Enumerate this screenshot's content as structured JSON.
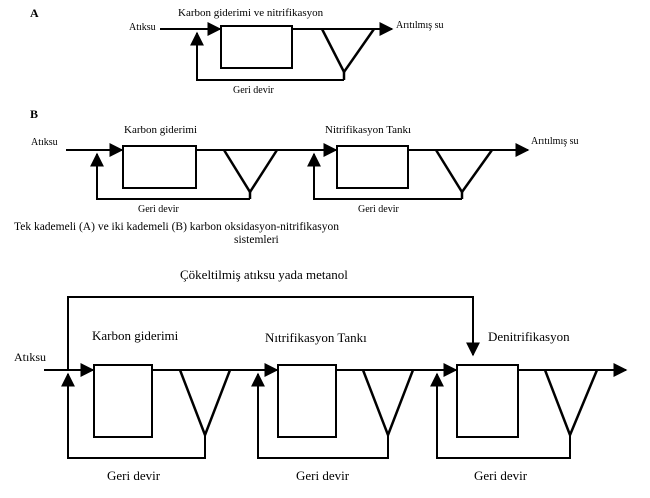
{
  "diagram_a": {
    "label": "A",
    "title": "Karbon giderimi ve nitrifikasyon",
    "input": "Atıksu",
    "output": "Arıtılmış su",
    "recycle": "Geri devir"
  },
  "diagram_b": {
    "label": "B",
    "input": "Atıksu",
    "stage1": "Karbon giderimi",
    "stage2": "Nitrifikasyon Tankı",
    "output": "Arıtılmış su",
    "recycle1": "Geri devir",
    "recycle2": "Geri devir"
  },
  "caption": {
    "line1": "Tek kademeli (A) ve iki kademeli (B) karbon oksidasyon-nitrifikasyon",
    "line2": "sistemleri"
  },
  "diagram_c": {
    "bypass": "Çökeltilmiş atıksu yada metanol",
    "input": "Atıksu",
    "stage1": "Karbon giderimi",
    "stage2": "Nıtrifikasyon Tankı",
    "stage3": "Denitrifikasyon",
    "recycle1": "Geri devir",
    "recycle2": "Geri devir",
    "recycle3": "Geri devir"
  }
}
